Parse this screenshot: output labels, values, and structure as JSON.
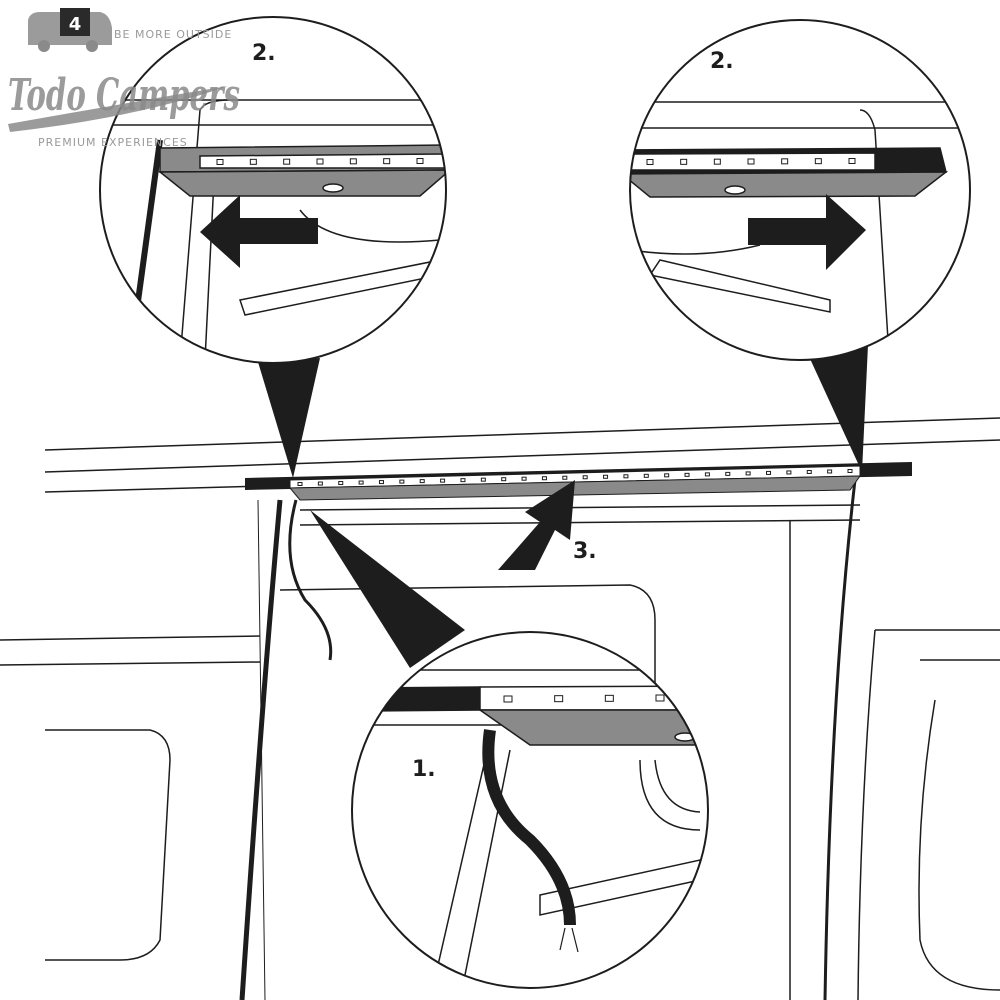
{
  "logo": {
    "badge": "4",
    "tagline": "BE MORE OUTSIDE",
    "brand": "Todo Campers",
    "subtitle": "PREMIUM EXPERIENCES"
  },
  "steps": {
    "step1": "1.",
    "step2_left": "2.",
    "step2_right": "2.",
    "step3": "3."
  },
  "colors": {
    "ink": "#1d1d1d",
    "strip": "#7a7a7a",
    "background": "#ffffff"
  }
}
